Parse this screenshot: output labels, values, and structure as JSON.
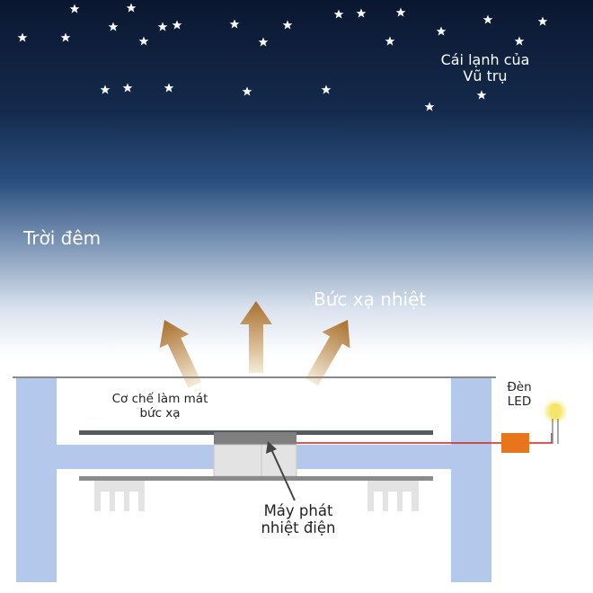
{
  "labels": {
    "cosmic_cold_line1": "Cái lạnh của",
    "cosmic_cold_line2": "Vũ trụ",
    "night_sky": "Trời đêm",
    "thermal_radiation": "Bức xạ nhiệt",
    "radiative_cooling_line1": "Cơ chế làm mát",
    "radiative_cooling_line2": "bức xạ",
    "led_line1": "Đèn",
    "led_line2": "LED",
    "generator_line1": "Máy phát",
    "generator_line2": "nhiệt điện"
  },
  "colors": {
    "sky_top": "#0b1730",
    "sky_mid": "#1c3b64",
    "sky_horizon": "#ffffff",
    "frame_blue": "#b3c8ea",
    "arrow_dark": "#a86f2c",
    "arrow_light": "#f3e6cf",
    "wire_red": "#d42020",
    "led_box": "#e8751a",
    "led_glow": "#f7ea7a"
  },
  "icons": {
    "stars": "star-icon",
    "led_bulb": "led-bulb-icon"
  }
}
